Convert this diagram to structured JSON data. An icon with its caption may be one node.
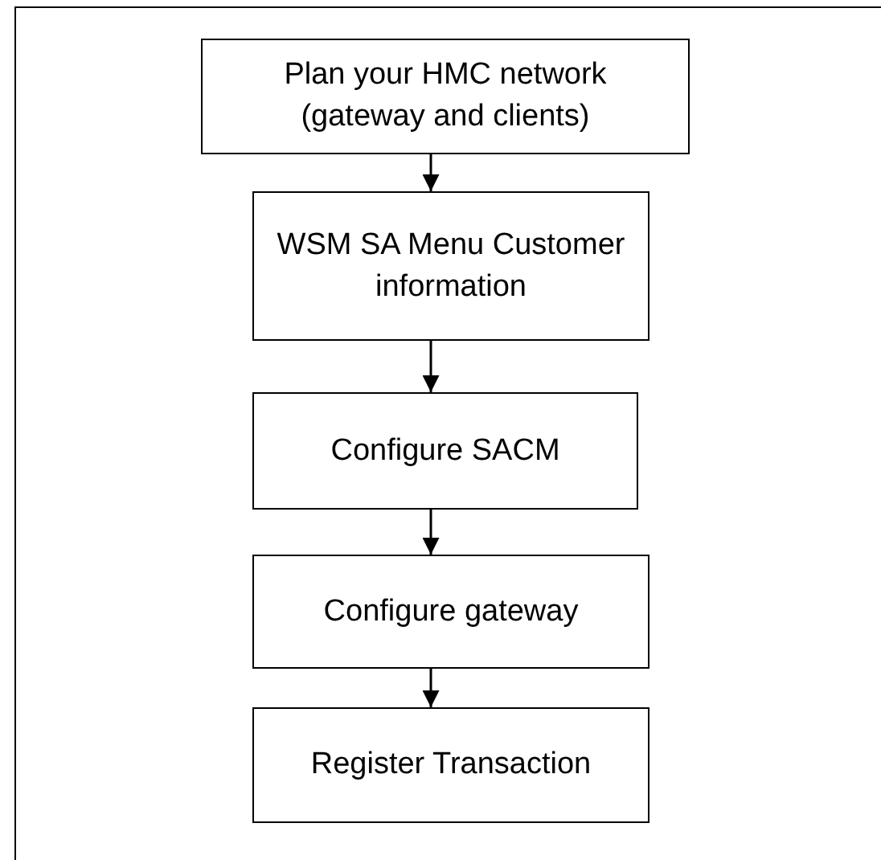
{
  "diagram": {
    "nodes": [
      {
        "text": [
          "Plan your HMC network (gateway and clients)"
        ]
      },
      {
        "text": [
          "WSM SA Menu Customer information"
        ]
      },
      {
        "text": [
          "Configure SACM"
        ]
      },
      {
        "text": [
          "Configure gateway"
        ]
      },
      {
        "text": [
          "Register Transaction"
        ]
      }
    ],
    "edges": [
      {
        "from": 0,
        "to": 1,
        "arrow": "to"
      },
      {
        "from": 1,
        "to": 2,
        "arrow": "to"
      },
      {
        "from": 2,
        "to": 3,
        "arrow": "to"
      },
      {
        "from": 3,
        "to": 4,
        "arrow": "to"
      }
    ]
  }
}
